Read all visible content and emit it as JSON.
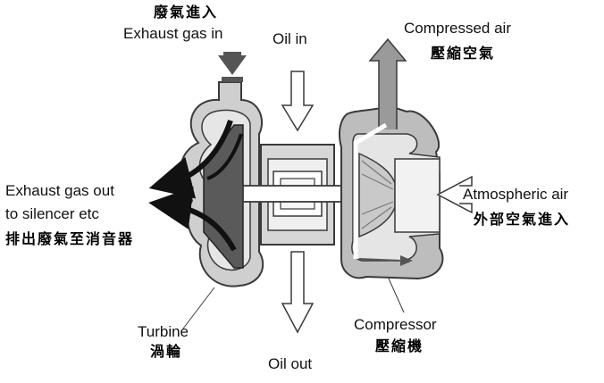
{
  "labels": {
    "exhaust_in_zh": "廢氣進入",
    "exhaust_in_en": "Exhaust gas in",
    "oil_in": "Oil in",
    "compressed_air_en": "Compressed air",
    "compressed_air_zh": "壓縮空氣",
    "exhaust_out_en_1": "Exhaust gas out",
    "exhaust_out_en_2": "to silencer etc",
    "exhaust_out_zh": "排出廢氣至消音器",
    "atmospheric_air_en": "Atmospheric air",
    "atmospheric_air_zh": "外部空氣進入",
    "turbine_en": "Turbine",
    "turbine_zh": "渦輪",
    "compressor_en": "Compressor",
    "compressor_zh": "壓縮機",
    "oil_out": "Oil out"
  },
  "colors": {
    "line": "#3a3a3a",
    "housing_fill": "#bdbdbd",
    "housing_light": "#e2e2e2",
    "turbine_wheel": "#5a5a5a",
    "dark_arrow": "#111111",
    "hollow_arrow_fill": "#ffffff"
  }
}
